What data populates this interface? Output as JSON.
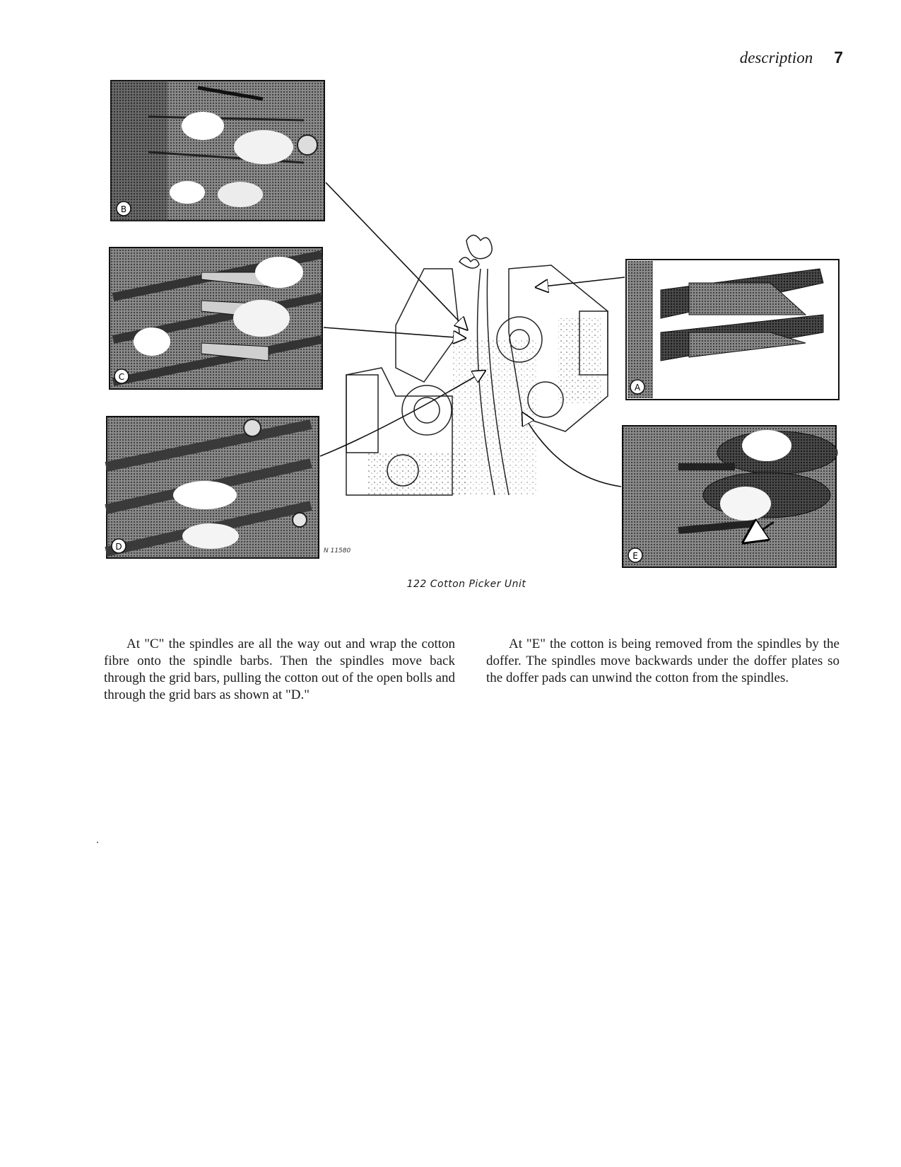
{
  "header": {
    "section_name": "description",
    "page_number": "7"
  },
  "figure": {
    "code": "N 11580",
    "caption": "122 Cotton Picker Unit",
    "insets": [
      {
        "letter": "B"
      },
      {
        "letter": "C"
      },
      {
        "letter": "D"
      },
      {
        "letter": "A"
      },
      {
        "letter": "E"
      }
    ]
  },
  "body": {
    "left_paragraph": "At \"C\" the spindles are all the way out and wrap the cotton fibre onto the spindle barbs. Then the spindles move back through the grid bars, pulling the cotton out of the open bolls and through the grid bars as shown at \"D.\"",
    "right_paragraph": "At \"E\" the cotton is being removed from the spindles by the doffer. The spindles move backwards under the doffer plates so the doffer pads can unwind the cotton from the spindles."
  }
}
